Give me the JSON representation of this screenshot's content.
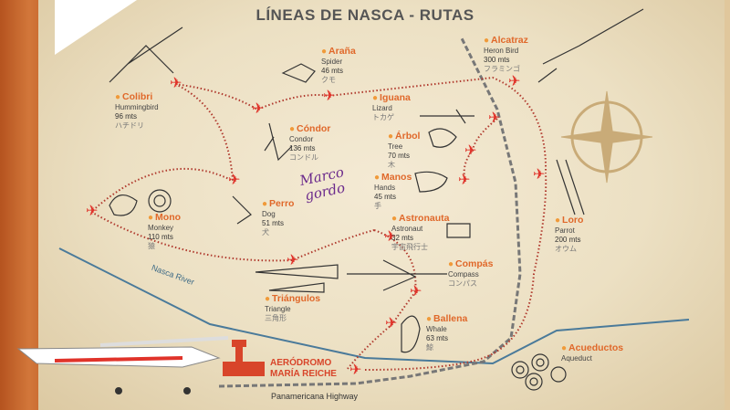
{
  "title": "LÍNEAS DE NASCA - RUTAS",
  "sites": [
    {
      "name": "Colibri",
      "english": "Hummingbird",
      "size": "96 mts",
      "japanese": "ハチドリ"
    },
    {
      "name": "Araña",
      "english": "Spider",
      "size": "46 mts",
      "japanese": "クモ"
    },
    {
      "name": "Iguana",
      "english": "Lizard",
      "size": "",
      "japanese": "トカゲ"
    },
    {
      "name": "Cóndor",
      "english": "Condor",
      "size": "136 mts",
      "japanese": "コンドル"
    },
    {
      "name": "Árbol",
      "english": "Tree",
      "size": "70 mts",
      "japanese": "木"
    },
    {
      "name": "Manos",
      "english": "Hands",
      "size": "45 mts",
      "japanese": "手"
    },
    {
      "name": "Perro",
      "english": "Dog",
      "size": "51 mts",
      "japanese": "犬"
    },
    {
      "name": "Mono",
      "english": "Monkey",
      "size": "110 mts",
      "japanese": "猿"
    },
    {
      "name": "Astronauta",
      "english": "Astronaut",
      "size": "32 mts",
      "japanese": "宇宙飛行士"
    },
    {
      "name": "Alcatraz",
      "english": "Heron Bird",
      "size": "300 mts",
      "japanese": "フラミンゴ"
    },
    {
      "name": "Loro",
      "english": "Parrot",
      "size": "200 mts",
      "japanese": "オウム"
    },
    {
      "name": "Compás",
      "english": "Compass",
      "size": "",
      "japanese": "コンパス"
    },
    {
      "name": "Triángulos",
      "english": "Triangle",
      "size": "",
      "japanese": "三角形"
    },
    {
      "name": "Ballena",
      "english": "Whale",
      "size": "63 mts",
      "japanese": "鯨"
    },
    {
      "name": "Acueductos",
      "english": "Aqueduct",
      "size": "",
      "japanese": ""
    }
  ],
  "airport": {
    "line1": "AERÓDROMO",
    "line2": "MARÍA REICHE"
  },
  "river": "Nasca River",
  "highway": "Panamericana Highway",
  "handwriting": {
    "line1": "Marco",
    "line2": "gordo"
  },
  "colors": {
    "accent": "#e0682a",
    "route": "#c0392b",
    "river": "#4a7a9a",
    "ink": "#6b2a8c"
  }
}
